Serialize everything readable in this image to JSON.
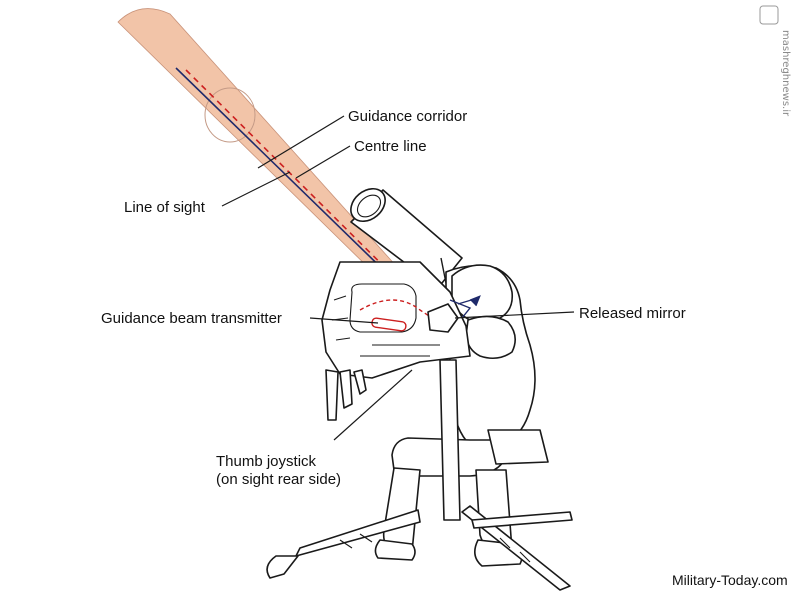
{
  "labels": {
    "guidance_corridor": "Guidance corridor",
    "centre_line": "Centre line",
    "line_of_sight": "Line of sight",
    "guidance_beam_transmitter": "Guidance beam transmitter",
    "released_mirror": "Released mirror",
    "thumb_joystick_line1": "Thumb joystick",
    "thumb_joystick_line2": "(on sight rear side)"
  },
  "credit": "Military-Today.com",
  "watermark": "mashreghnews.ir",
  "colors": {
    "corridor_fill": "#f2c4a8",
    "corridor_edge": "#c9937a",
    "centre_line": "#1f2a6b",
    "line_of_sight": "#cc1f1f",
    "line_art": "#1a1a1a"
  }
}
